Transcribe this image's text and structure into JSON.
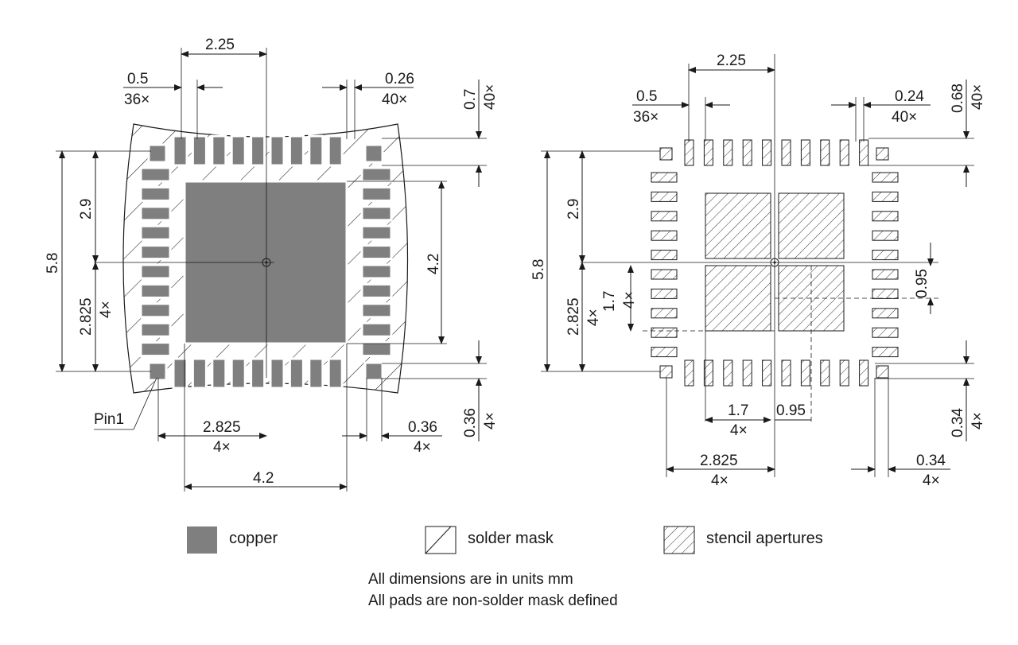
{
  "left_view": {
    "dims": {
      "top_width": "2.25",
      "pitch": "0.5",
      "pitch_count": "36×",
      "pad_width": "0.26",
      "pad_width_count": "40×",
      "pad_length": "0.7",
      "pad_length_count": "40×",
      "half_span": "2.9",
      "overall": "5.8",
      "offset": "2.825",
      "offset_count": "4×",
      "ep_height": "4.2",
      "bottom_offset": "2.825",
      "bottom_offset_count": "4×",
      "corner": "0.36",
      "corner_count": "4×",
      "corner_v": "0.36",
      "corner_v_count": "4×",
      "ep_width": "4.2"
    },
    "pin1_label": "Pin1"
  },
  "right_view": {
    "dims": {
      "top_width": "2.25",
      "pitch": "0.5",
      "pitch_count": "36×",
      "aperture_width": "0.24",
      "aperture_width_count": "40×",
      "aperture_length": "0.68",
      "aperture_length_count": "40×",
      "half_span": "2.9",
      "overall": "5.8",
      "offset": "2.825",
      "offset_count": "4×",
      "sub_size": "1.7",
      "sub_size_count": "4×",
      "gap": "0.95",
      "bottom_sub": "1.7",
      "bottom_sub_count": "4×",
      "bottom_gap": "0.95",
      "bottom_offset": "2.825",
      "bottom_offset_count": "4×",
      "corner": "0.34",
      "corner_count": "4×",
      "corner_v": "0.34",
      "corner_v_count": "4×"
    }
  },
  "legend": {
    "copper": "copper",
    "solder_mask": "solder mask",
    "stencil": "stencil apertures"
  },
  "notes": {
    "line1": "All dimensions are in units mm",
    "line2": "All pads are non-solder mask defined"
  },
  "colors": {
    "copper": "#7f7f7f",
    "line": "#1a1a1a"
  }
}
